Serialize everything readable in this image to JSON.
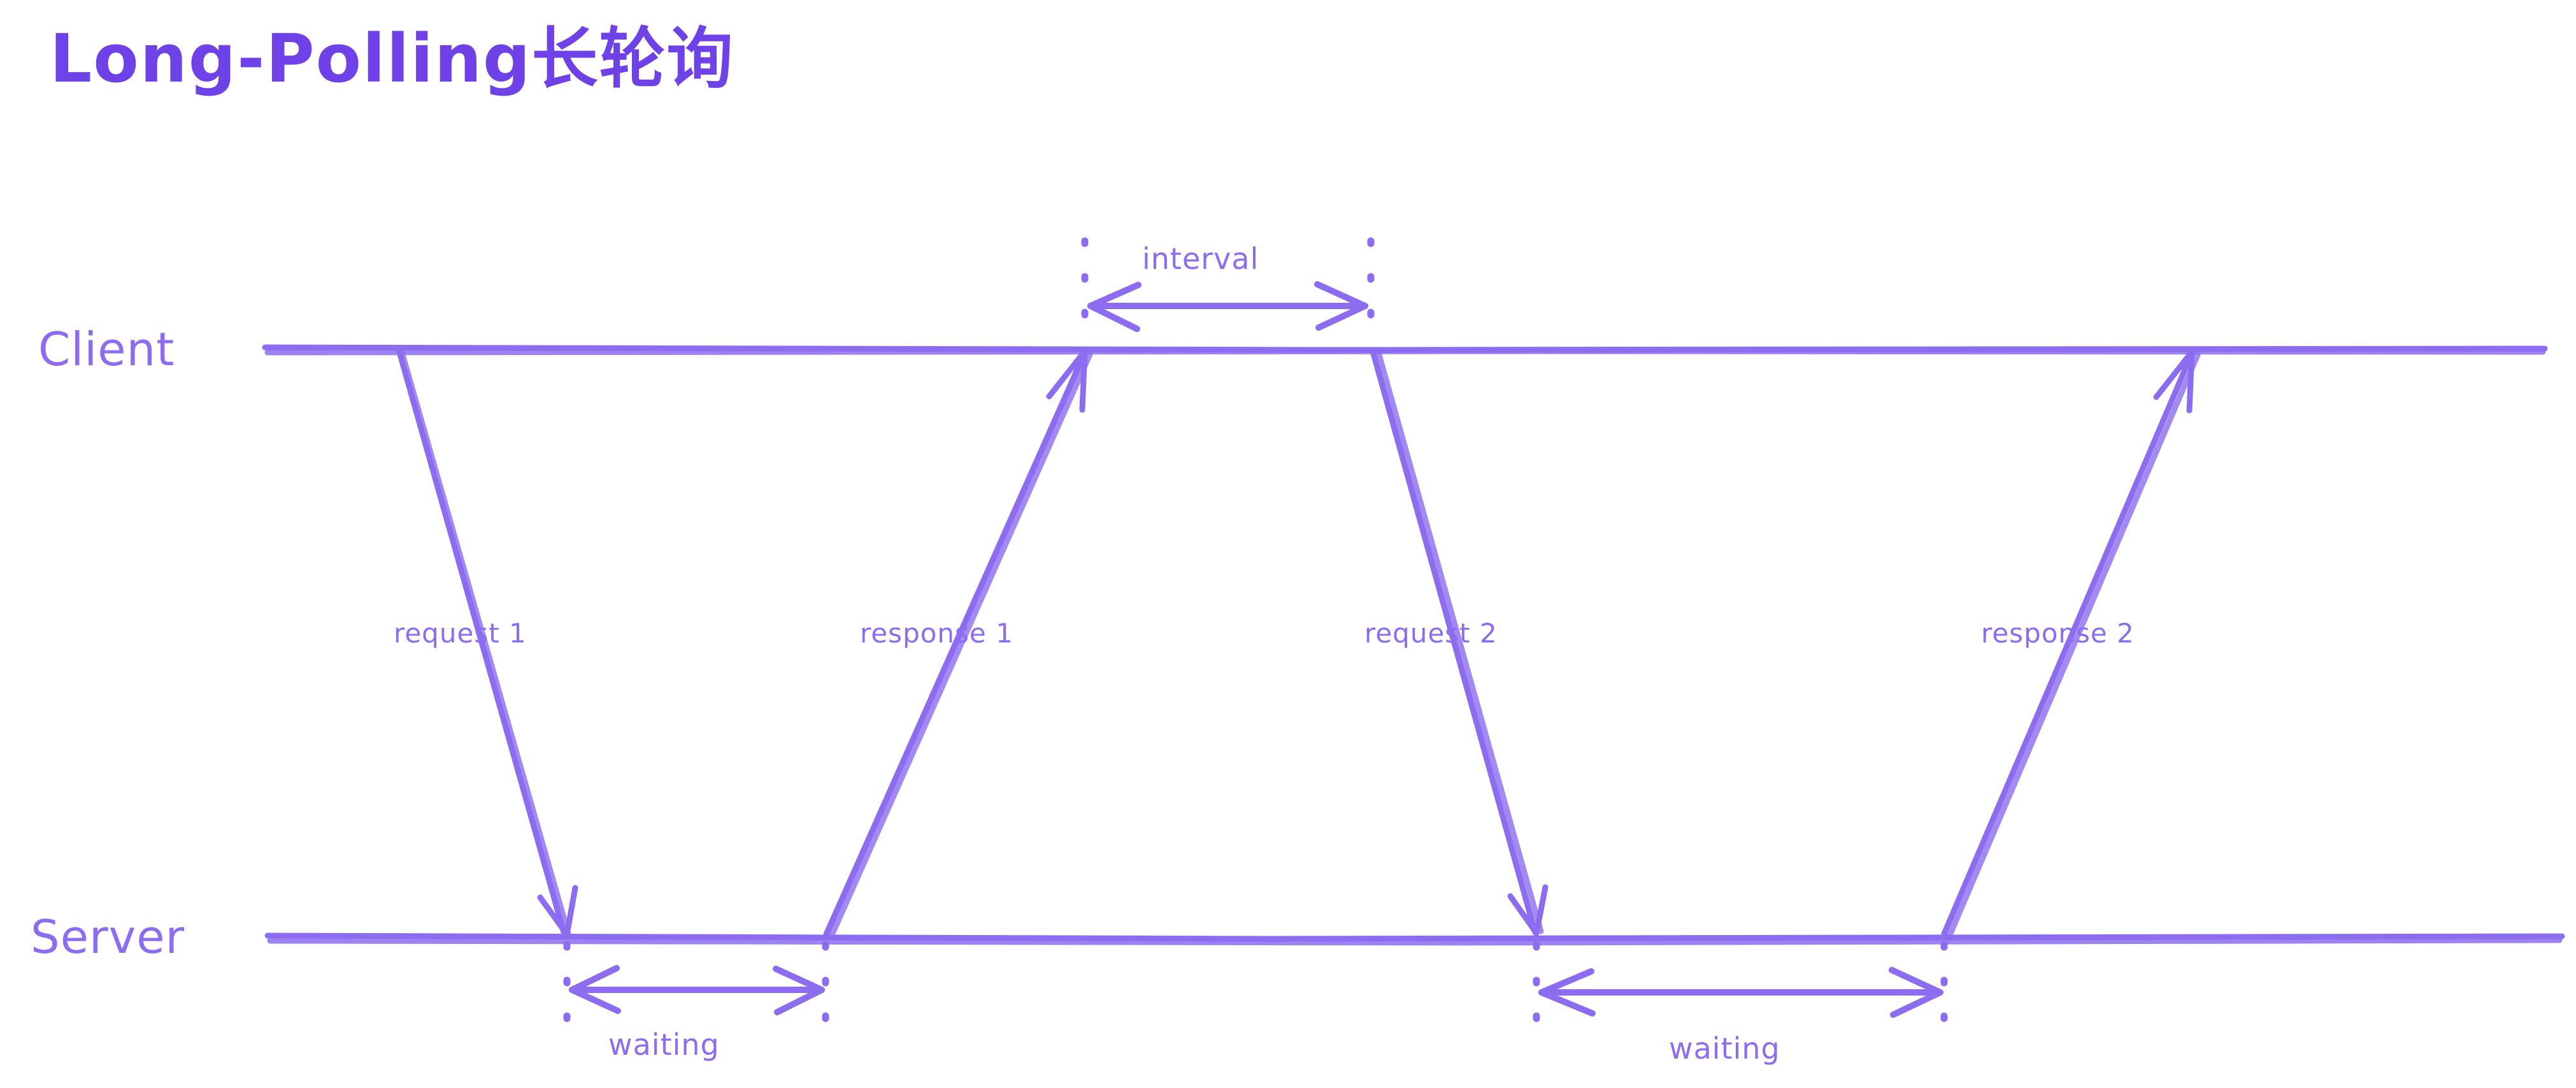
{
  "title": "Long-Polling长轮询",
  "colors": {
    "title": "#6F42E8",
    "stroke": "#8C6DF0",
    "background": "#ffffff"
  },
  "lanes": [
    {
      "id": "client",
      "label": "Client"
    },
    {
      "id": "server",
      "label": "Server"
    }
  ],
  "messages": [
    {
      "id": "request-1",
      "label": "request 1",
      "from": "client",
      "to": "server"
    },
    {
      "id": "response-1",
      "label": "response 1",
      "from": "server",
      "to": "client"
    },
    {
      "id": "request-2",
      "label": "request 2",
      "from": "client",
      "to": "server"
    },
    {
      "id": "response-2",
      "label": "response 2",
      "from": "server",
      "to": "client"
    }
  ],
  "spans": [
    {
      "id": "interval",
      "label": "interval",
      "lane": "client",
      "position": "above"
    },
    {
      "id": "waiting-1",
      "label": "waiting",
      "lane": "server",
      "position": "below"
    },
    {
      "id": "waiting-2",
      "label": "waiting",
      "lane": "server",
      "position": "below"
    }
  ],
  "chart_data": {
    "type": "diagram",
    "diagram_kind": "sequence-diagram",
    "title": "Long-Polling长轮询",
    "participants": [
      "Client",
      "Server"
    ],
    "events": [
      {
        "order": 1,
        "label": "request 1",
        "direction": "Client->Server"
      },
      {
        "order": 2,
        "label": "waiting",
        "direction": "Server-span"
      },
      {
        "order": 3,
        "label": "response 1",
        "direction": "Server->Client"
      },
      {
        "order": 4,
        "label": "interval",
        "direction": "Client-span"
      },
      {
        "order": 5,
        "label": "request 2",
        "direction": "Client->Server"
      },
      {
        "order": 6,
        "label": "waiting",
        "direction": "Server-span"
      },
      {
        "order": 7,
        "label": "response 2",
        "direction": "Server->Client"
      }
    ]
  }
}
